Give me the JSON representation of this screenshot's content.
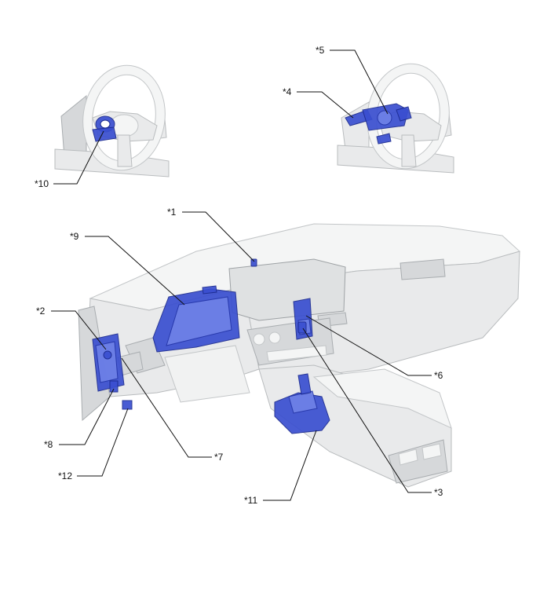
{
  "labels": {
    "l1": "*1",
    "l2": "*2",
    "l3": "*3",
    "l4": "*4",
    "l5": "*5",
    "l6": "*6",
    "l7": "*7",
    "l8": "*8",
    "l9": "*9",
    "l10": "*10",
    "l11": "*11",
    "l12": "*12"
  },
  "colors": {
    "highlight": "#3a4fd0",
    "body": "#e9eaeb",
    "leader": "#111111"
  }
}
